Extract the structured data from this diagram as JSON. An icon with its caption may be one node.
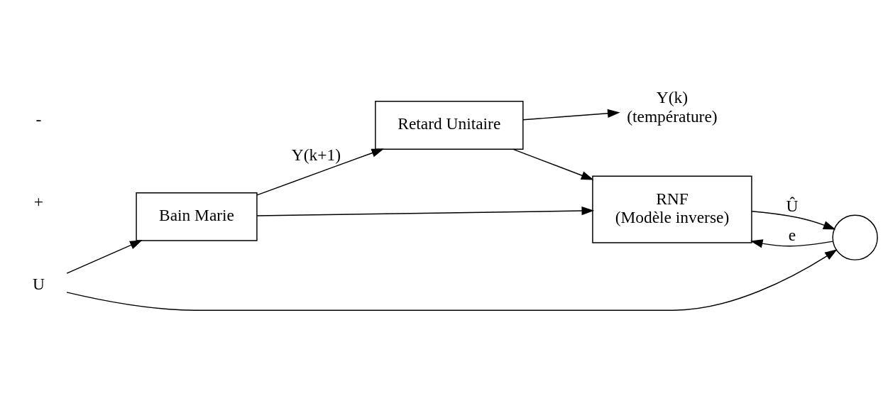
{
  "diagram": {
    "nodes": [
      {
        "text": [
          "U"
        ]
      },
      {
        "text": [
          "Bain Marie"
        ]
      },
      {
        "text": [
          "Retard Unitaire"
        ]
      },
      {
        "text": [
          "Y(k)",
          "(température)"
        ]
      },
      {
        "text": [
          "RNF",
          "(Modèle inverse)"
        ]
      },
      {
        "text": [],
        "shape": "circle"
      }
    ],
    "edges": [
      {
        "from": 0,
        "to": 1,
        "arrow": "to"
      },
      {
        "from": 1,
        "to": 2,
        "arrow": "to",
        "label": "Y(k+1)"
      },
      {
        "from": 2,
        "to": 3,
        "arrow": "to"
      },
      {
        "from": 1,
        "to": 4,
        "arrow": "to"
      },
      {
        "from": 2,
        "to": 4,
        "arrow": "to"
      },
      {
        "from": 0,
        "to": 5,
        "arrow": "to"
      },
      {
        "from": 4,
        "to": 5,
        "arrow": "to",
        "label": "Û"
      },
      {
        "from": 5,
        "to": 4,
        "arrow": "to",
        "label": "e"
      }
    ],
    "labels": [
      "+",
      "-"
    ]
  }
}
